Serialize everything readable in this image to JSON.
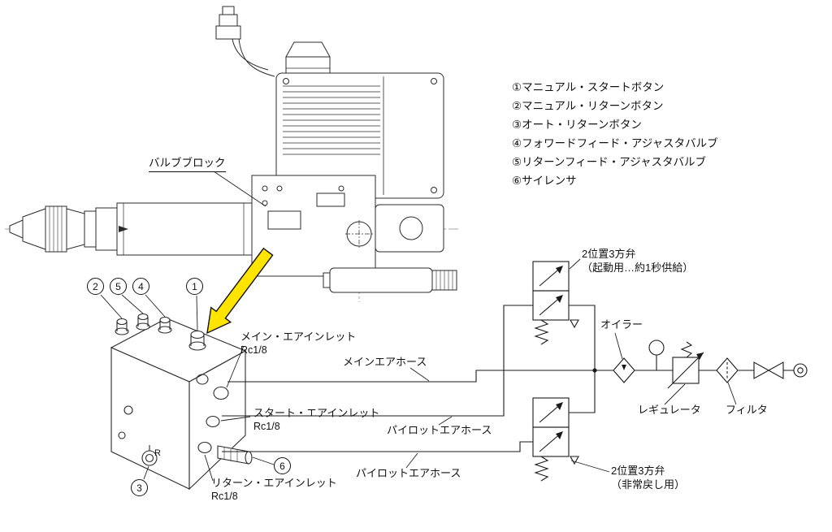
{
  "legend": {
    "items": [
      "①マニュアル・スタートボタン",
      "②マニュアル・リターンボタン",
      "③オート・リターンボタン",
      "④フォワードフィード・アジャスタバルブ",
      "⑤リターンフィード・アジャスタバルブ",
      "⑥サイレンサ"
    ]
  },
  "callouts": {
    "c1": "1",
    "c2": "2",
    "c3": "3",
    "c4": "4",
    "c5": "5",
    "c6": "6"
  },
  "valve_block": {
    "title": "バルブブロック"
  },
  "ports": {
    "main": {
      "name": "メイン・エアインレット",
      "size": "Rc1/8"
    },
    "start": {
      "name": "スタート・エアインレット",
      "size": "Rc1/8"
    },
    "return": {
      "name": "リターン・エアインレット",
      "size": "Rc1/8"
    },
    "r_mark": "R"
  },
  "hoses": {
    "main": "メインエアホース",
    "pilot_start": "パイロットエアホース",
    "pilot_return": "パイロットエアホース"
  },
  "circuit": {
    "valve_start": {
      "line1": "2位置3方弁",
      "line2": "（起動用…約1秒供給）"
    },
    "valve_return": {
      "line1": "2位置3方弁",
      "line2": "（非常戻し用）"
    },
    "oiler": "オイラー",
    "regulator": "レギュレータ",
    "filter": "フィルタ"
  },
  "colors": {
    "highlight_arrow": "#ffe400",
    "line": "#1a1a1a"
  }
}
